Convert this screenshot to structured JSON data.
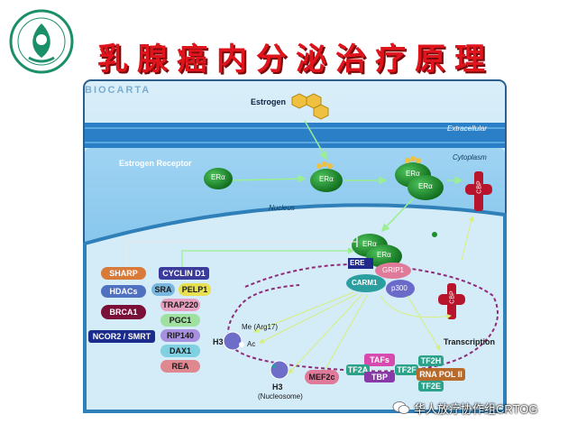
{
  "title": "乳腺癌内分泌治疗原理",
  "diagram": {
    "brand": "BIOCARTA",
    "estrogen": "Estrogen",
    "extracellular": "Extracellular",
    "cytoplasm": "Cytoplasm",
    "nucleus": "Nucleus",
    "estrogen_receptor": "Estrogen Receptor",
    "er_alpha": "ERα",
    "cbp": "CBP",
    "ere": "ERE",
    "grip1": "GRIP1",
    "carm1": "CARM1",
    "p300": "p300",
    "corepressors": [
      "SHARP",
      "HDACs",
      "BRCA1",
      "NCOR2 / SMRT"
    ],
    "coactivators": [
      "CYCLIN D1",
      "SRA",
      "PELP1",
      "TRAP220",
      "PGC1",
      "RIP140",
      "DAX1",
      "REA"
    ],
    "me_arg17": "Me (Arg17)",
    "h3": "H3",
    "ac": "Ac",
    "nucleosome_h3": "H3",
    "nucleosome": "(Nucleosome)",
    "mef2c": "MEF2c",
    "tafs": "TAFs",
    "tbp": "TBP",
    "tf2a": "TF2A",
    "tf2f": "TF2F",
    "tf2h": "TF2H",
    "rna_pol": "RNA POL II",
    "tf2e": "TF2E",
    "transcription": "Transcription"
  },
  "watermark": "华人放疗协作组CRTOG",
  "colors": {
    "title": "#e0141c",
    "membrane": "#1f6fb5",
    "cytoplasm": "#7fc3ec",
    "nucleus": "#d7ecf8",
    "er_green": "#1a8f2a",
    "cbp": "#b8142c",
    "dna": "#8e2c78"
  }
}
